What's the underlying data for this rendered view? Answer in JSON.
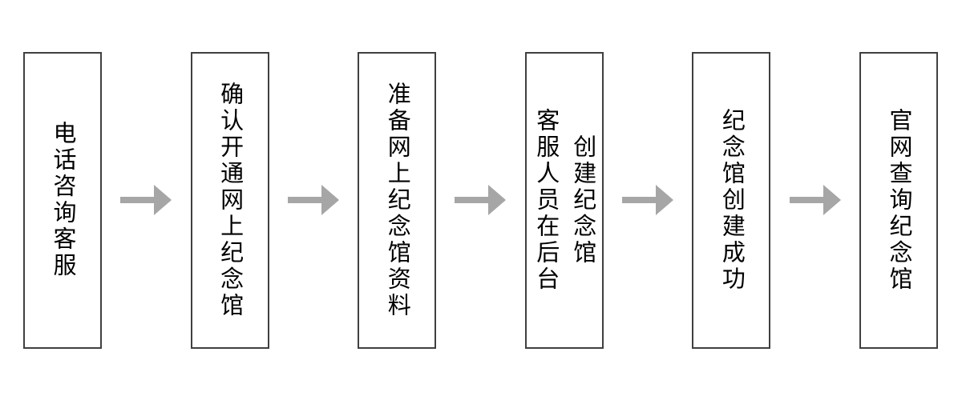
{
  "diagram": {
    "type": "flowchart",
    "direction": "left-to-right",
    "steps": [
      {
        "text": "电话咨询客服"
      },
      {
        "text": "确认开通网上纪念馆"
      },
      {
        "text": "准备网上纪念馆资料"
      },
      {
        "text": "客服人员在后台\n创建纪念馆"
      },
      {
        "text": "纪念馆创建成功"
      },
      {
        "text": "官网查询纪念馆"
      }
    ],
    "connector_icon": "arrow-right-icon"
  },
  "colors": {
    "background": "#ffffff",
    "box_border": "#404040",
    "box_fill": "#ffffff",
    "text": "#000000",
    "arrow": "#a6a6a6"
  }
}
